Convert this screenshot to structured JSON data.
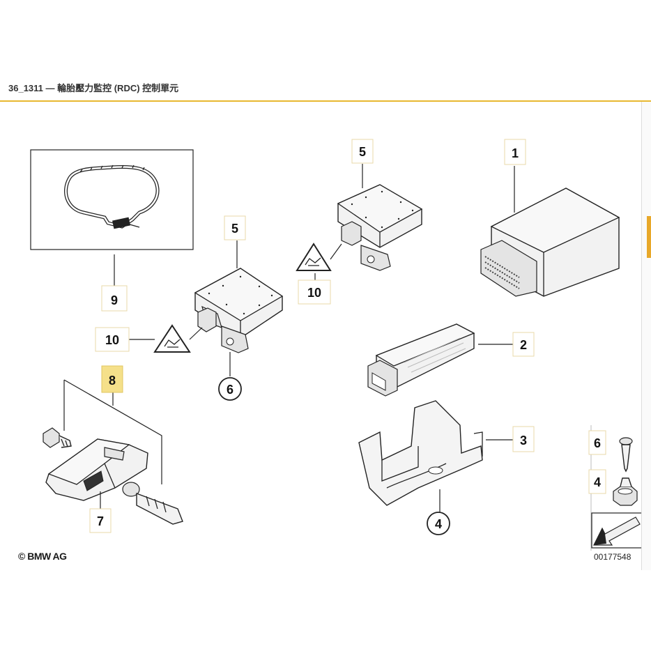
{
  "header": {
    "title": "36_1311 — 輪胎壓力監控 (RDC) 控制單元",
    "accent_color": "#e8b830"
  },
  "callouts": {
    "c1": "1",
    "c2": "2",
    "c3": "3",
    "c4_ring": "4",
    "c4_side": "4",
    "c5_top": "5",
    "c5_mid": "5",
    "c6_ring": "6",
    "c6_side": "6",
    "c7": "7",
    "c8": "8",
    "c9": "9",
    "c10_left": "10",
    "c10_right": "10"
  },
  "highlight_color": "#f5e08a",
  "footer": {
    "copyright": "© BMW AG",
    "diagram_id": "00177548"
  },
  "icons": [
    "warning-triangle-icon",
    "arrow-direction-icon"
  ]
}
